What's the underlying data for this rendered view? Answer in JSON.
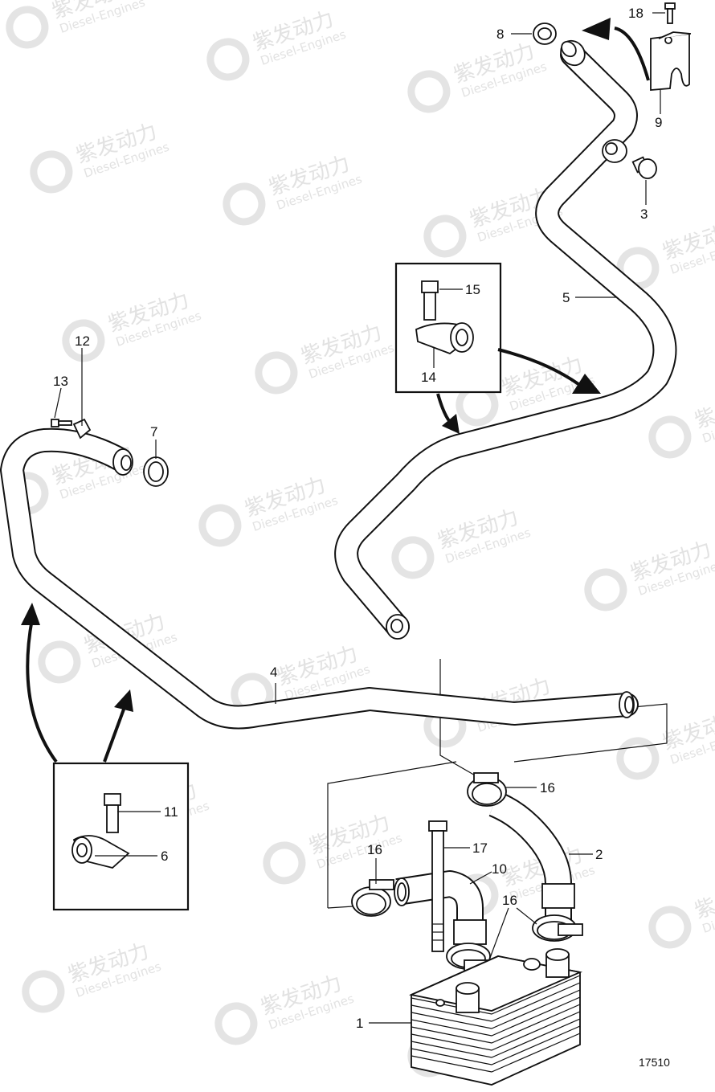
{
  "watermark": {
    "brand_cn": "紫发动力",
    "brand_en": "Diesel-Engines"
  },
  "drawing_number": "17510",
  "callouts": [
    {
      "id": "c1",
      "text": "1"
    },
    {
      "id": "c2",
      "text": "2"
    },
    {
      "id": "c3",
      "text": "3"
    },
    {
      "id": "c4",
      "text": "4"
    },
    {
      "id": "c5",
      "text": "5"
    },
    {
      "id": "c6",
      "text": "6"
    },
    {
      "id": "c7",
      "text": "7"
    },
    {
      "id": "c8",
      "text": "8"
    },
    {
      "id": "c9",
      "text": "9"
    },
    {
      "id": "c10",
      "text": "10"
    },
    {
      "id": "c11",
      "text": "11"
    },
    {
      "id": "c12",
      "text": "12"
    },
    {
      "id": "c13",
      "text": "13"
    },
    {
      "id": "c14",
      "text": "14"
    },
    {
      "id": "c15",
      "text": "15"
    },
    {
      "id": "c16a",
      "text": "16"
    },
    {
      "id": "c16b",
      "text": "16"
    },
    {
      "id": "c16c",
      "text": "16"
    },
    {
      "id": "c17",
      "text": "17"
    },
    {
      "id": "c18",
      "text": "18"
    }
  ]
}
